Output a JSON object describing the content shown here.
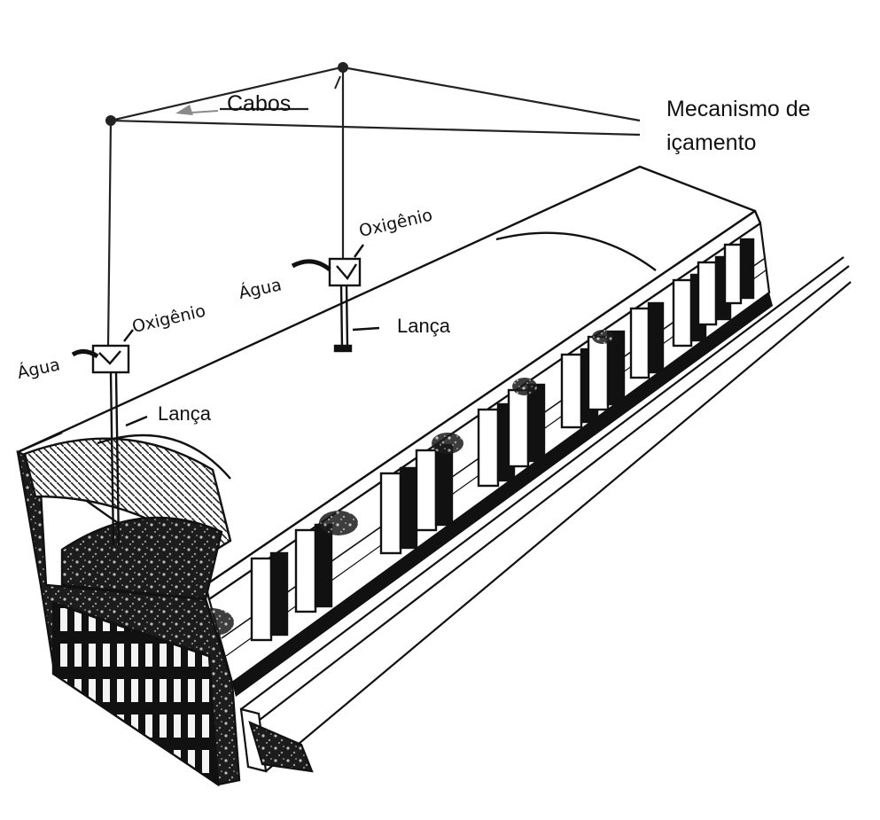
{
  "labels": {
    "cabos": "Cabos",
    "hoist_line1": "Mecanismo de",
    "hoist_line2": "içamento",
    "oxygen_right": "Oxigênio",
    "water_right": "Água",
    "lance_right": "Lança",
    "oxygen_left": "Oxigênio",
    "water_left": "Água",
    "lance_left": "Lança"
  },
  "colors": {
    "ink": "#111111",
    "background": "#ffffff",
    "arrow_grey": "#8a8a8a"
  }
}
